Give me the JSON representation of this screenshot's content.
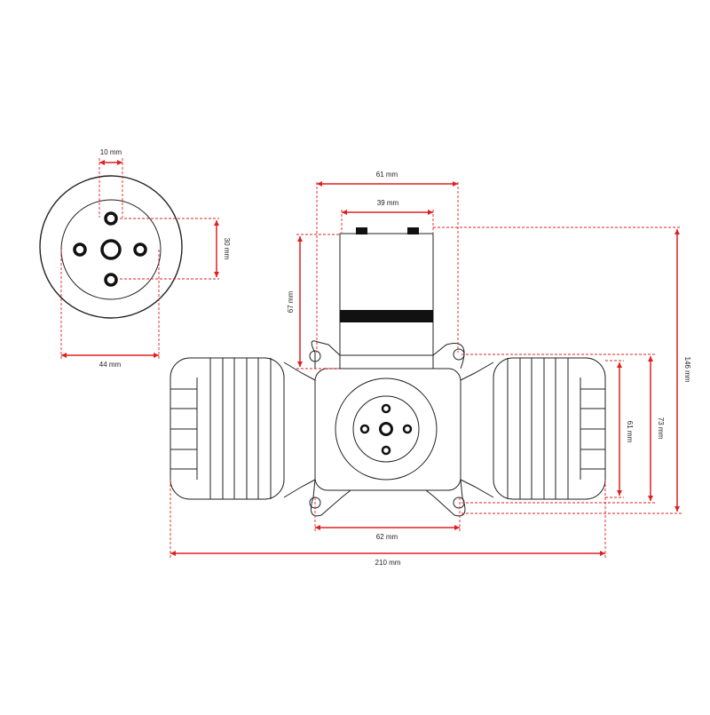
{
  "colors": {
    "dimension": "#e02020",
    "outline": "#222222",
    "background": "#ffffff"
  },
  "dimensions": {
    "bolt_spacing": "10 mm",
    "inner_face_height": "30 mm",
    "inner_face_width": "44 mm",
    "body_width": "61 mm",
    "top_width": "39 mm",
    "top_height": "67 mm",
    "total_height": "146 mm",
    "side_height_inner": "61 mm",
    "side_height_outer": "73 mm",
    "center_width": "62 mm",
    "total_width": "210 mm"
  }
}
